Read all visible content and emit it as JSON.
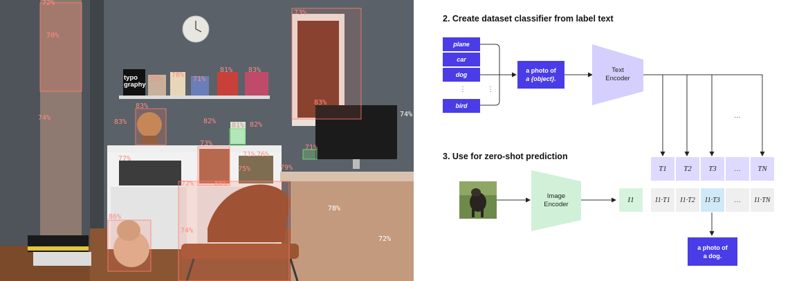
{
  "photo": {
    "labels": [
      {
        "id": "l01",
        "text": "72%"
      },
      {
        "id": "l02",
        "text": "70%"
      },
      {
        "id": "l03",
        "text": "73%"
      },
      {
        "id": "l04",
        "text": "76%"
      },
      {
        "id": "l05",
        "text": "78%"
      },
      {
        "id": "l06",
        "text": "71%"
      },
      {
        "id": "l07",
        "text": "81%"
      },
      {
        "id": "l08",
        "text": "83%"
      },
      {
        "id": "l09",
        "text": "83%"
      },
      {
        "id": "l10",
        "text": "83%"
      },
      {
        "id": "l11",
        "text": "74%"
      },
      {
        "id": "l12",
        "text": "82%"
      },
      {
        "id": "l13",
        "text": "81%"
      },
      {
        "id": "l14",
        "text": "82%"
      },
      {
        "id": "l15",
        "text": "73%"
      },
      {
        "id": "l16",
        "text": "77%"
      },
      {
        "id": "l17",
        "text": "71%"
      },
      {
        "id": "l18",
        "text": "76%"
      },
      {
        "id": "l19",
        "text": "75%"
      },
      {
        "id": "l20",
        "text": "72%"
      },
      {
        "id": "l21",
        "text": "80%"
      },
      {
        "id": "l22",
        "text": "79%"
      },
      {
        "id": "l23",
        "text": "71%"
      },
      {
        "id": "l24",
        "text": "83%"
      },
      {
        "id": "l25",
        "text": "74%"
      },
      {
        "id": "l26",
        "text": "86%"
      },
      {
        "id": "l27",
        "text": "74%"
      },
      {
        "id": "l28",
        "text": "78%"
      },
      {
        "id": "l29",
        "text": "72%"
      }
    ],
    "book_text": "typo graphy"
  },
  "diagram": {
    "step2_title": "2. Create dataset classifier from label text",
    "step3_title": "3. Use for zero-shot prediction",
    "classes": [
      "plane",
      "car",
      "dog",
      "bird"
    ],
    "vdots": "⋮",
    "prompt_line1": "a photo of",
    "prompt_line2": "a {object}.",
    "text_encoder_line1": "Text",
    "text_encoder_line2": "Encoder",
    "image_encoder_line1": "Image",
    "image_encoder_line2": "Encoder",
    "ellipsis": "…",
    "text_features": [
      "T1",
      "T2",
      "T3",
      "TN"
    ],
    "image_feature": "I1",
    "products": [
      "I1·T1",
      "I1·T2",
      "I1·T3",
      "I1·TN"
    ],
    "result_line1": "a photo of",
    "result_line2": "a dog.",
    "colors": {
      "label_purple": "#4a3ce6",
      "encoder_purple": "#d4cffd",
      "encoder_green": "#d0f1d7",
      "text_cell": "#ded9ff",
      "highlight_cell": "#cfe9f6",
      "product_cell": "#efefef"
    }
  }
}
